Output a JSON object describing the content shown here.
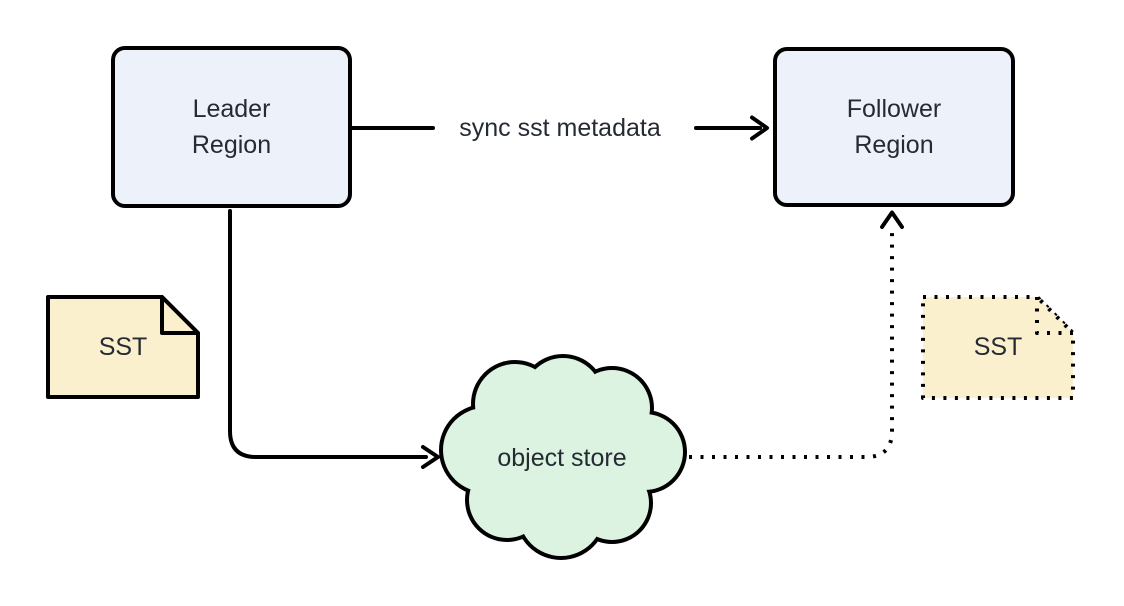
{
  "diagram": {
    "nodes": {
      "leader_region": {
        "label": "Leader\nRegion",
        "fill": "#edf1fa",
        "border": "solid"
      },
      "follower_region": {
        "label": "Follower\nRegion",
        "fill": "#edf1fa",
        "border": "solid"
      },
      "object_store": {
        "label": "object store",
        "fill": "#dcf3e1",
        "border": "solid"
      },
      "sst_source": {
        "label": "SST",
        "fill": "#fbf0cd",
        "border": "solid"
      },
      "sst_replica": {
        "label": "SST",
        "fill": "#fbf0cd",
        "border": "dotted"
      }
    },
    "edges": {
      "sync_metadata": {
        "label": "sync sst metadata",
        "style": "solid",
        "from": "Leader Region",
        "to": "Follower Region"
      },
      "leader_to_object_store": {
        "label": "",
        "style": "solid",
        "from": "Leader Region",
        "to": "object store"
      },
      "object_store_to_follower": {
        "label": "",
        "style": "dotted",
        "from": "object store",
        "to": "Follower Region"
      }
    },
    "colors": {
      "stroke": "#000000",
      "text": "#252b33",
      "background": "#ffffff"
    }
  }
}
